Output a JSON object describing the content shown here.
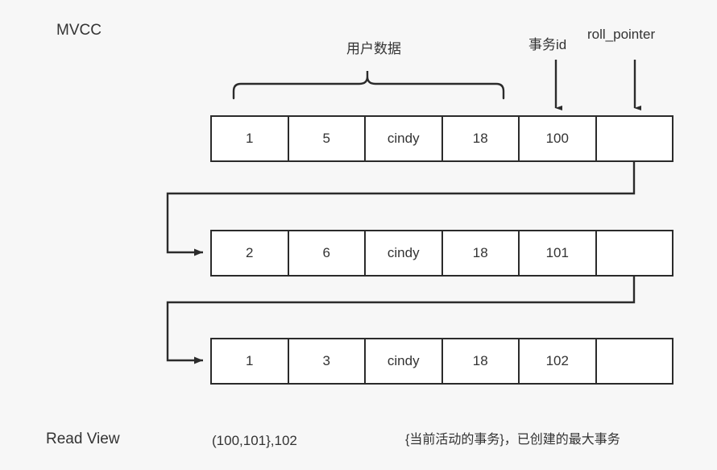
{
  "diagram": {
    "title": "MVCC",
    "background_color": "#f7f7f7",
    "line_color": "#2b2b2b",
    "text_color": "#333333"
  },
  "annotations": {
    "user_data": "用户数据",
    "trx_id": "事务id",
    "roll_pointer": "roll_pointer"
  },
  "table": {
    "columns": 6,
    "rows": [
      {
        "cells": [
          "1",
          "5",
          "cindy",
          "18",
          "100",
          ""
        ]
      },
      {
        "cells": [
          "2",
          "6",
          "cindy",
          "18",
          "101",
          ""
        ]
      },
      {
        "cells": [
          "1",
          "3",
          "cindy",
          "18",
          "102",
          ""
        ]
      }
    ]
  },
  "read_view": {
    "label": "Read View",
    "value": "(100,101},102",
    "note": "{当前活动的事务}，已创建的最大事务"
  }
}
